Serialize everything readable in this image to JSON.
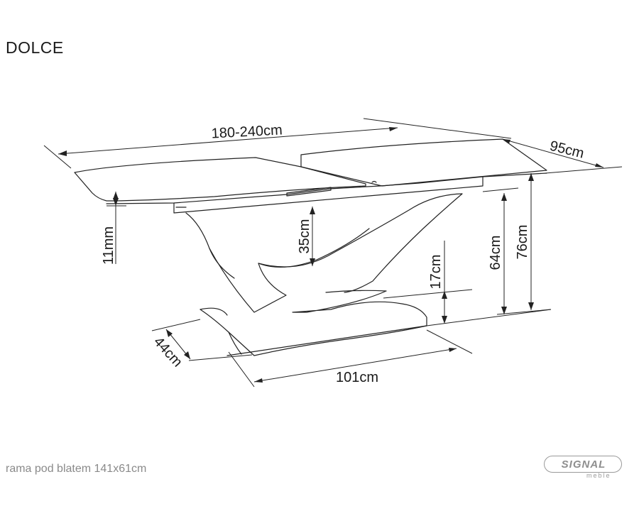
{
  "product": {
    "name": "DOLCE",
    "note": "rama pod blatem 141x61cm"
  },
  "dimensions": {
    "length": "180-240cm",
    "depth": "95cm",
    "top_thickness": "11mm",
    "arch_height": "35cm",
    "base_height": "17cm",
    "frame_height": "64cm",
    "total_height": "76cm",
    "base_depth": "44cm",
    "base_length": "101cm"
  },
  "logo": {
    "word": "SIGNAL",
    "sub": "meble"
  }
}
